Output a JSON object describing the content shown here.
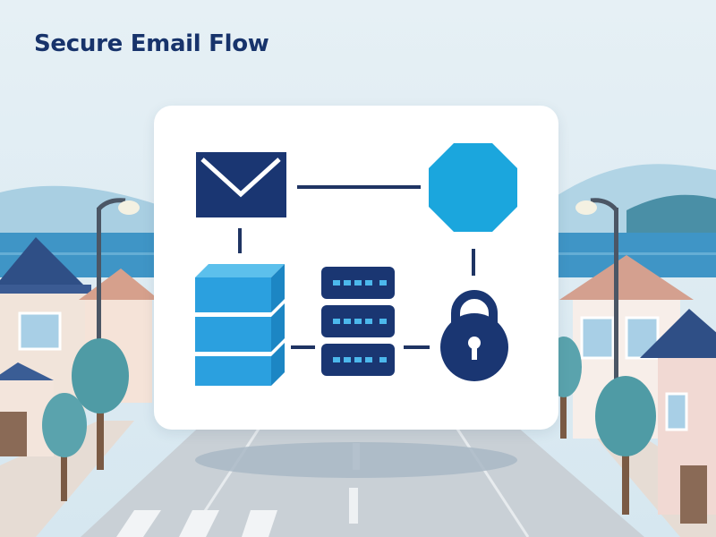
{
  "title": "Secure Email Flow",
  "colors": {
    "navy": "#1a3672",
    "blue": "#1ba6dd",
    "stack_blue": "#2ba0df",
    "connector": "#1f3463",
    "card": "#ffffff",
    "sky": "#dbe9f1",
    "sea": "#3f95c6",
    "road": "#c5ccd3"
  },
  "diagram": {
    "nodes": [
      {
        "id": "email",
        "icon": "envelope-icon"
      },
      {
        "id": "gateway",
        "icon": "octagon-icon"
      },
      {
        "id": "database",
        "icon": "database-stack-icon"
      },
      {
        "id": "mail-server",
        "icon": "server-rack-icon"
      },
      {
        "id": "encryption",
        "icon": "padlock-icon"
      }
    ],
    "edges": [
      {
        "from": "email",
        "to": "gateway"
      },
      {
        "from": "email",
        "to": "database"
      },
      {
        "from": "database",
        "to": "mail-server"
      },
      {
        "from": "mail-server",
        "to": "encryption"
      },
      {
        "from": "gateway",
        "to": "encryption"
      }
    ]
  }
}
